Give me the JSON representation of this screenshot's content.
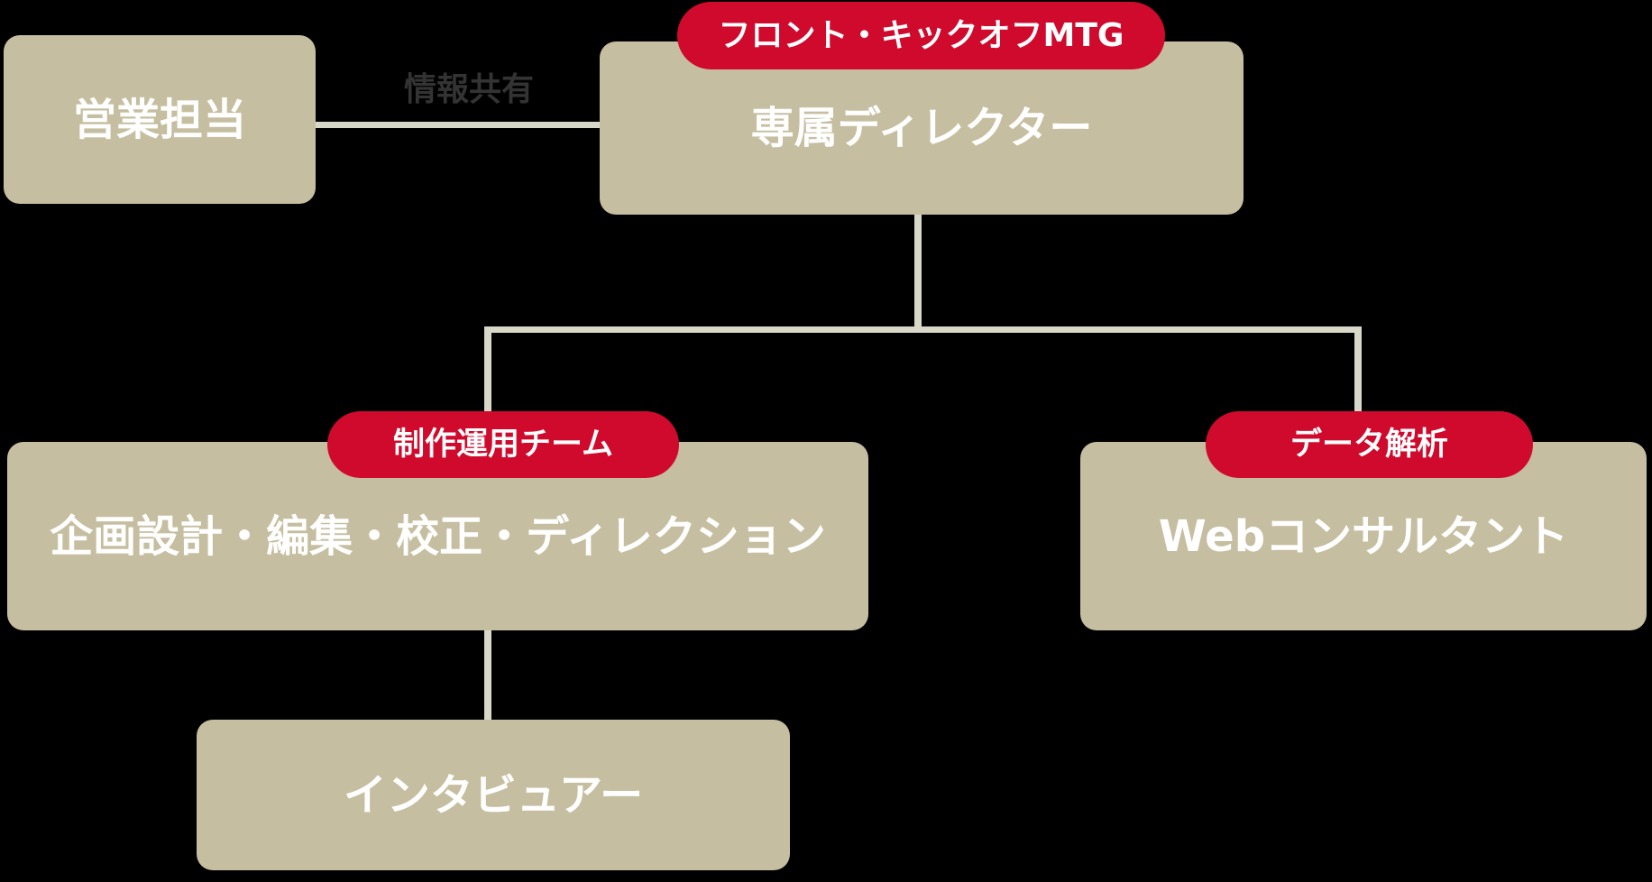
{
  "canvas": {
    "background": "#000000"
  },
  "colors": {
    "node_background": "#C6BEA0",
    "badge_background": "#CF0A2C",
    "connector": "#D8D8C8",
    "node_text": "#FFFFFF",
    "relation_label_text": "#333333"
  },
  "nodes": {
    "sales": {
      "label": "営業担当"
    },
    "director": {
      "label": "専属ディレクター",
      "badge": "フロント・キックオフMTG"
    },
    "production": {
      "label": "企画設計・編集・校正・ディレクション",
      "badge": "制作運用チーム"
    },
    "consultant": {
      "label": "Webコンサルタント",
      "badge": "データ解析"
    },
    "interviewer": {
      "label": "インタビュアー"
    }
  },
  "relations": {
    "sales_director_label": "情報共有"
  }
}
